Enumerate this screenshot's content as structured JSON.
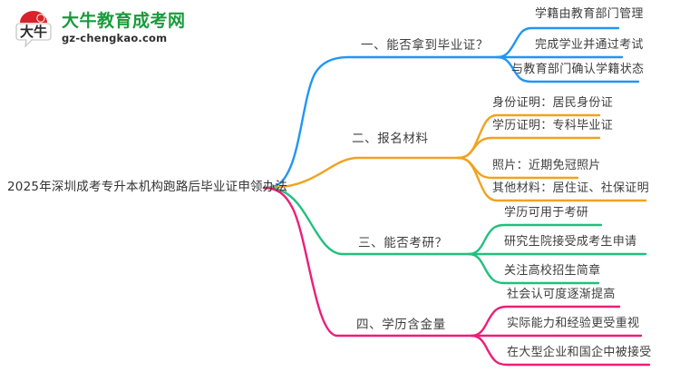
{
  "logo": {
    "name_cn": "大牛教育成考网",
    "domain": "gz-chengkao.com",
    "mark_text": "大牛",
    "brand_green": "#1a9b3c",
    "brand_red": "#d8232a"
  },
  "mindmap": {
    "root": {
      "label": "2025年深圳成考专升本机构跑路后毕业证申领办法"
    },
    "branches": [
      {
        "label": "一、能否拿到毕业证？",
        "color": "#2196f3",
        "children": [
          {
            "label": "学籍由教育部门管理"
          },
          {
            "label": "完成学业并通过考试"
          },
          {
            "label": "与教育部门确认学籍状态"
          }
        ]
      },
      {
        "label": "二、报名材料",
        "color": "#f0a31e",
        "children": [
          {
            "label": "身份证明：居民身份证"
          },
          {
            "label": "学历证明：专科毕业证"
          },
          {
            "label": "照片：近期免冠照片"
          },
          {
            "label": "其他材料：居住证、社保证明"
          }
        ]
      },
      {
        "label": "三、能否考研？",
        "color": "#21c07f",
        "children": [
          {
            "label": "学历可用于考研"
          },
          {
            "label": "研究生院接受成考生申请"
          },
          {
            "label": "关注高校招生简章"
          }
        ]
      },
      {
        "label": "四、学历含金量",
        "color": "#ec1e79",
        "children": [
          {
            "label": "社会认可度逐渐提高"
          },
          {
            "label": "实际能力和经验更受重视"
          },
          {
            "label": "在大型企业和国企中被接受"
          }
        ]
      }
    ]
  }
}
